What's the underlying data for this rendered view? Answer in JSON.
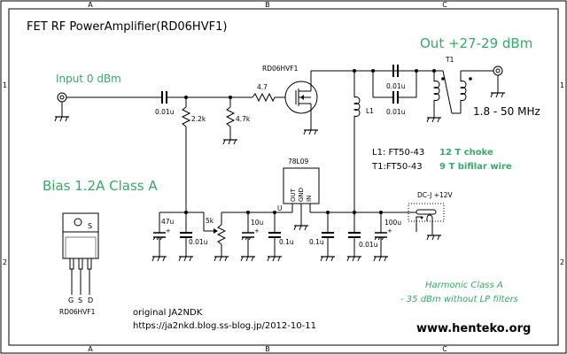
{
  "frame": {
    "col_labels": [
      "A",
      "B",
      "C"
    ],
    "row_labels": [
      "1",
      "2"
    ]
  },
  "title": "FET RF PowerAmplifier(RD06HVF1)",
  "annotations": {
    "input": "Input 0 dBm",
    "output": "Out +27-29 dBm",
    "freq": "1.8 - 50 MHz",
    "bias": "Bias 1.2A Class A",
    "l1_label": "L1: FT50-43",
    "l1_note": "12 T  choke",
    "t1_label": "T1:FT50-43",
    "t1_note": "9 T bifilar wire",
    "harmonic_1": "Harmonic Class A",
    "harmonic_2": "- 35 dBm without LP filters",
    "credit_1": "original JA2NDK",
    "credit_2": "https://ja2nkd.blog.ss-blog.jp/2012-10-11",
    "website": "www.henteko.org"
  },
  "components": {
    "fet": "RD06HVF1",
    "c_in": "0.01u",
    "r1": "2.2k",
    "r2": "4.7k",
    "r_gate": "4.7",
    "l1": "L1",
    "c_out1": "0.01u",
    "c_out2": "0.01u",
    "t1": "T1",
    "reg": "78L09",
    "reg_pins": [
      "OUT",
      "GND",
      "IN"
    ],
    "reg_node": "U",
    "c47": "47u",
    "c_b1": "0.01u",
    "pot": "5k",
    "c10": "10u",
    "c_b2": "0.1u",
    "c_b3": "0.1u",
    "c_b4": "0.01u",
    "c100": "100u",
    "dc_jack": "DC-J  +12V",
    "plus": "+"
  },
  "package": {
    "name": "RD06HVF1",
    "tab_pin": "S",
    "pins": [
      "G",
      "S",
      "D"
    ]
  },
  "colors": {
    "accent_green": "#3aa868"
  }
}
